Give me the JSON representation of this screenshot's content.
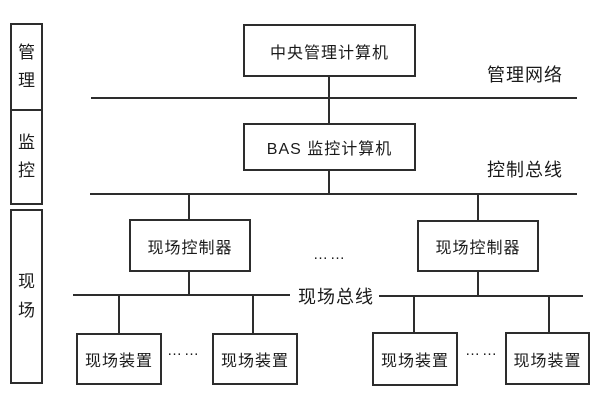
{
  "sidebar": {
    "levels": [
      {
        "id": "management",
        "label": "管理"
      },
      {
        "id": "monitoring",
        "label": "监控"
      },
      {
        "id": "field",
        "label": "现场"
      }
    ]
  },
  "nodes": {
    "central": {
      "label": "中央管理计算机"
    },
    "bas": {
      "label": "BAS 监控计算机"
    },
    "controller_left": {
      "label": "现场控制器"
    },
    "controller_right": {
      "label": "现场控制器"
    },
    "device_1": {
      "label": "现场装置"
    },
    "device_2": {
      "label": "现场装置"
    },
    "device_3": {
      "label": "现场装置"
    },
    "device_4": {
      "label": "现场装置"
    }
  },
  "buses": {
    "management_network": {
      "label": "管理网络"
    },
    "control_bus": {
      "label": "控制总线"
    },
    "field_bus": {
      "label": "现场总线"
    }
  },
  "ellipsis": {
    "between_controllers": "……",
    "between_devices_left": "……",
    "between_devices_right": "……"
  },
  "colors": {
    "line": "#2d2d2d",
    "background": "#ffffff",
    "text": "#1a1a1a"
  }
}
